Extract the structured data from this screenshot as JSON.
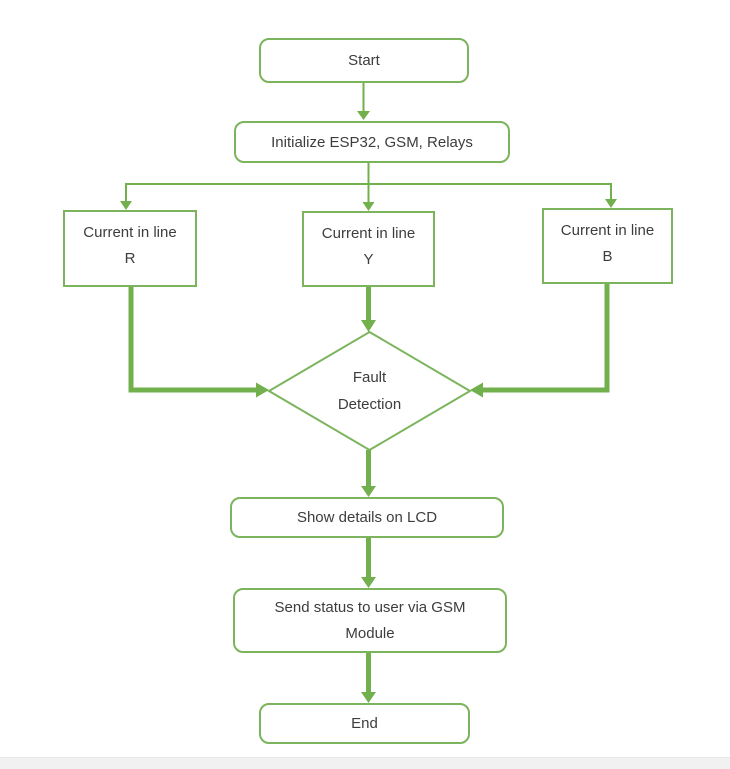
{
  "colors": {
    "background": "#ffffff",
    "box_border": "#7cb45d",
    "connector": "#72b04e",
    "text": "#3d3d3d",
    "footer_strip": "#f1f1f2"
  },
  "nodes": {
    "start": {
      "label": "Start",
      "shape": "rounded"
    },
    "init": {
      "label": "Initialize ESP32, GSM, Relays",
      "shape": "rounded"
    },
    "line_r": {
      "label_line1": "Current in line",
      "label_line2": "R",
      "shape": "rect"
    },
    "line_y": {
      "label_line1": "Current in line",
      "label_line2": "Y",
      "shape": "rect"
    },
    "line_b": {
      "label_line1": "Current in line",
      "label_line2": "B",
      "shape": "rect"
    },
    "fault": {
      "label_line1": "Fault",
      "label_line2": "Detection",
      "shape": "diamond"
    },
    "lcd": {
      "label": "Show details on LCD",
      "shape": "rounded"
    },
    "gsm": {
      "label_line1": "Send status to user via GSM",
      "label_line2": "Module",
      "shape": "rounded"
    },
    "end": {
      "label": "End",
      "shape": "rounded"
    }
  }
}
